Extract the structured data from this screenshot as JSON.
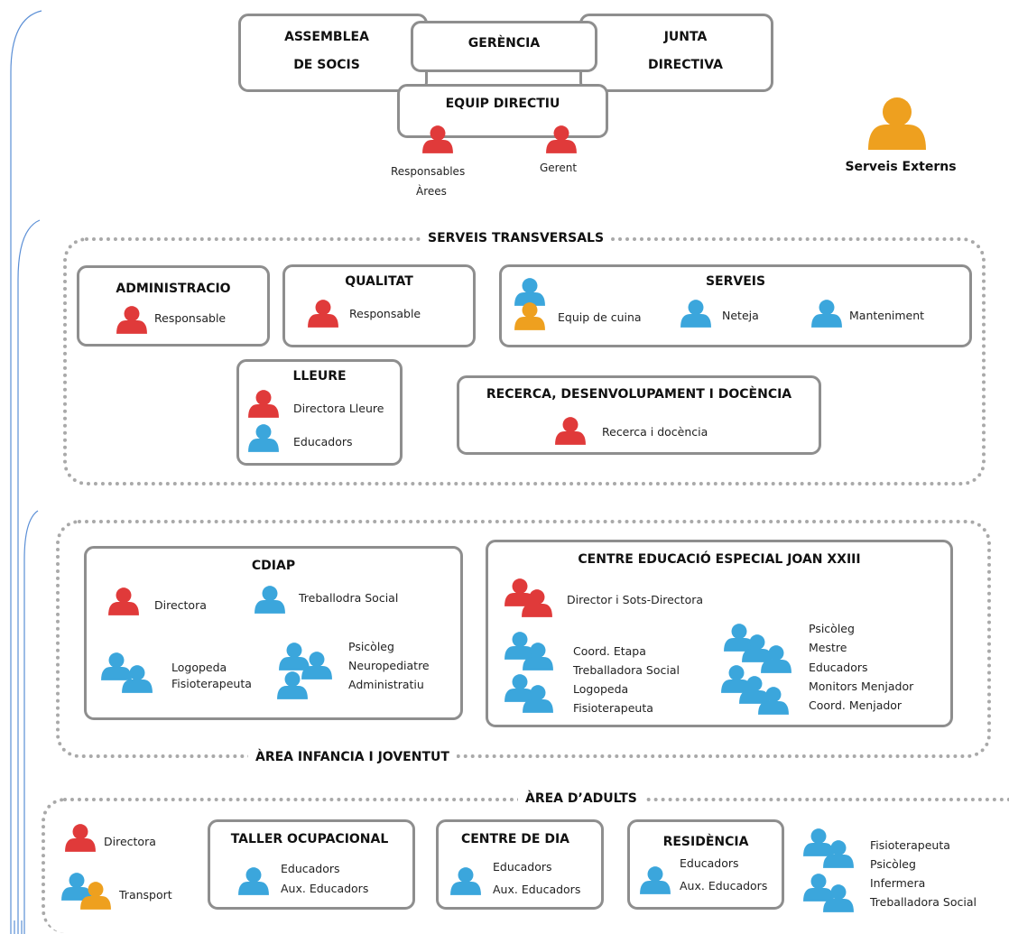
{
  "colors": {
    "red": "#e03a3a",
    "blue": "#3ba6dc",
    "orange": "#eea01f",
    "border": "#8e8e8e",
    "dotted": "#a9a9a9",
    "bracket": "#5b8fd6"
  },
  "top": {
    "assemblea": [
      "ASSEMBLEA",
      "DE SOCIS"
    ],
    "gerencia": "GERÈNCIA",
    "junta": [
      "JUNTA",
      "DIRECTIVA"
    ],
    "equip_directiu": "EQUIP DIRECTIU",
    "responsables": [
      "Responsables",
      "Àrees"
    ],
    "gerent": "Gerent",
    "serveis_externs": "Serveis Externs"
  },
  "transversals": {
    "title": "SERVEIS TRANSVERSALS",
    "administracio": {
      "title": "ADMINISTRACIO",
      "label": "Responsable"
    },
    "qualitat": {
      "title": "QUALITAT",
      "label": "Responsable"
    },
    "serveis": {
      "title": "SERVEIS",
      "items": [
        "Equip de cuina",
        "Neteja",
        "Manteniment"
      ]
    },
    "lleure": {
      "title": "LLEURE",
      "items": [
        "Directora Lleure",
        "Educadors"
      ]
    },
    "recerca": {
      "title": "RECERCA, DESENVOLUPAMENT I DOCÈNCIA",
      "label": "Recerca i docència"
    }
  },
  "infancia": {
    "title": "ÀREA INFANCIA I JOVENTUT",
    "cdiap": {
      "title": "CDIAP",
      "directora": "Directora",
      "treballadora": "Treballodra Social",
      "logopeda": [
        "Logopeda",
        "Fisioterapeuta"
      ],
      "psicoleg": [
        "Psicòleg",
        "Neuropediatre",
        "Administratiu"
      ]
    },
    "cee": {
      "title": "CENTRE EDUCACIÓ ESPECIAL JOAN XXIII",
      "director": "Director i Sots-Directora",
      "left": [
        "Coord. Etapa",
        "Treballadora Social",
        "Logopeda",
        "Fisioterapeuta"
      ],
      "right": [
        "Psicòleg",
        "Mestre",
        "Educadors",
        "Monitors Menjador",
        "Coord. Menjador"
      ]
    }
  },
  "adults": {
    "title": "ÀREA D’ADULTS",
    "directora": "Directora",
    "transport": "Transport",
    "taller": {
      "title": "TALLER OCUPACIONAL",
      "items": [
        "Educadors",
        "Aux. Educadors"
      ]
    },
    "centre_dia": {
      "title": "CENTRE DE DIA",
      "items": [
        "Educadors",
        "Aux. Educadors"
      ]
    },
    "residencia": {
      "title": "RESIDÈNCIA",
      "items": [
        "Educadors",
        "Aux. Educadors"
      ]
    },
    "staff": [
      "Fisioterapeuta",
      "Psicòleg",
      "Infermera",
      "Treballadora Social"
    ]
  }
}
